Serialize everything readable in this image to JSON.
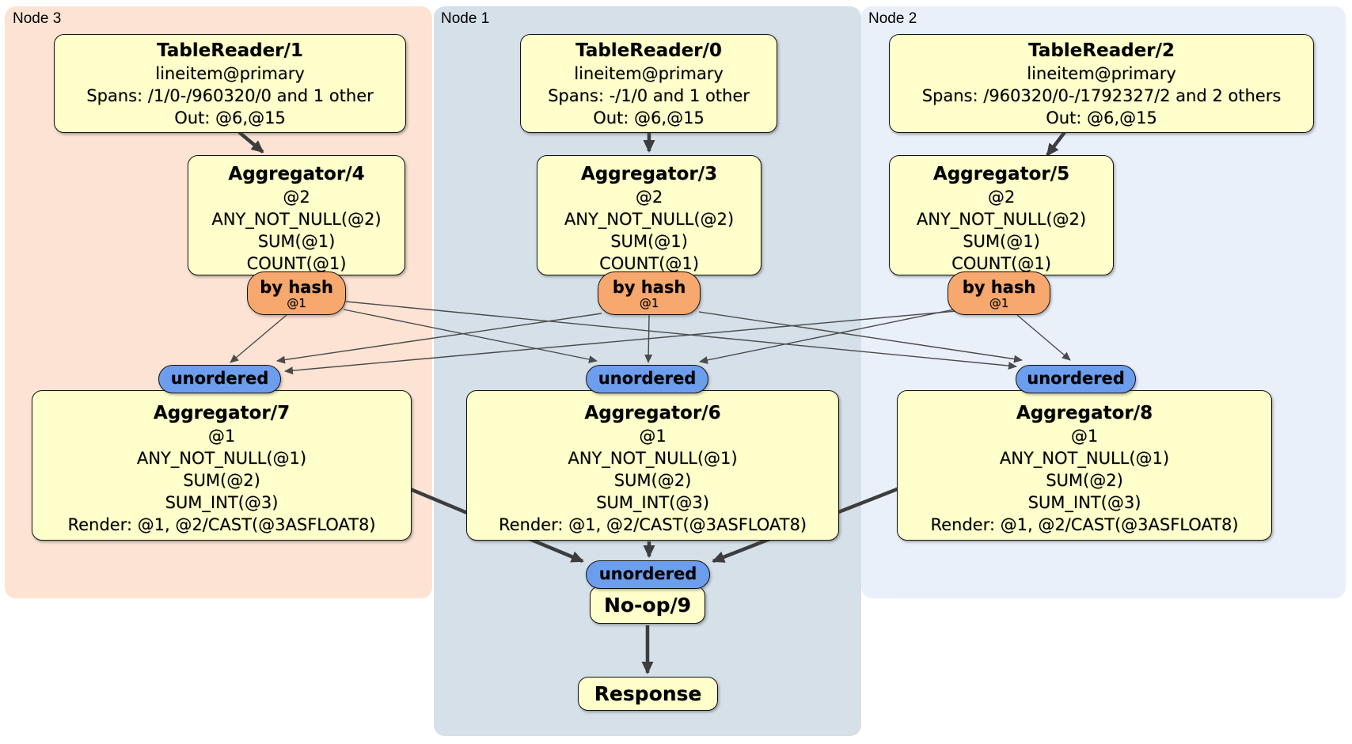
{
  "nodes": {
    "node3": {
      "label": "Node 3"
    },
    "node1": {
      "label": "Node 1"
    },
    "node2": {
      "label": "Node 2"
    }
  },
  "processors": {
    "tablereader1": {
      "title": "TableReader/1",
      "lines": [
        "lineitem@primary",
        "Spans: /1/0-/960320/0 and 1 other",
        "Out: @6,@15"
      ]
    },
    "tablereader0": {
      "title": "TableReader/0",
      "lines": [
        "lineitem@primary",
        "Spans: -/1/0 and 1 other",
        "Out: @6,@15"
      ]
    },
    "tablereader2": {
      "title": "TableReader/2",
      "lines": [
        "lineitem@primary",
        "Spans: /960320/0-/1792327/2 and 2 others",
        "Out: @6,@15"
      ]
    },
    "aggregator4": {
      "title": "Aggregator/4",
      "lines": [
        "@2",
        "ANY_NOT_NULL(@2)",
        "SUM(@1)",
        "COUNT(@1)"
      ]
    },
    "aggregator3": {
      "title": "Aggregator/3",
      "lines": [
        "@2",
        "ANY_NOT_NULL(@2)",
        "SUM(@1)",
        "COUNT(@1)"
      ]
    },
    "aggregator5": {
      "title": "Aggregator/5",
      "lines": [
        "@2",
        "ANY_NOT_NULL(@2)",
        "SUM(@1)",
        "COUNT(@1)"
      ]
    },
    "aggregator7": {
      "title": "Aggregator/7",
      "lines": [
        "@1",
        "ANY_NOT_NULL(@1)",
        "SUM(@2)",
        "SUM_INT(@3)",
        "Render: @1, @2/CAST(@3ASFLOAT8)"
      ]
    },
    "aggregator6": {
      "title": "Aggregator/6",
      "lines": [
        "@1",
        "ANY_NOT_NULL(@1)",
        "SUM(@2)",
        "SUM_INT(@3)",
        "Render: @1, @2/CAST(@3ASFLOAT8)"
      ]
    },
    "aggregator8": {
      "title": "Aggregator/8",
      "lines": [
        "@1",
        "ANY_NOT_NULL(@1)",
        "SUM(@2)",
        "SUM_INT(@3)",
        "Render: @1, @2/CAST(@3ASFLOAT8)"
      ]
    },
    "noop9": {
      "title": "No-op/9"
    },
    "response": {
      "title": "Response"
    }
  },
  "routers": {
    "hash3": {
      "label": "by hash",
      "detail": "@1"
    },
    "hash1": {
      "label": "by hash",
      "detail": "@1"
    },
    "hash2": {
      "label": "by hash",
      "detail": "@1"
    }
  },
  "syncs": {
    "unordered3": {
      "label": "unordered"
    },
    "unordered1": {
      "label": "unordered"
    },
    "unordered2": {
      "label": "unordered"
    },
    "unordered_final": {
      "label": "unordered"
    }
  },
  "colors": {
    "node3_bg": "#fce3d3",
    "node1_bg": "#d5e0e9",
    "node2_bg": "#eaf0fa",
    "processor_bg": "#ffffcc",
    "hash_router_bg": "#f6a86e",
    "sync_bg": "#6d9eee",
    "edge_thin": "#4a4a4a",
    "edge_thick": "#3d3d3d"
  }
}
